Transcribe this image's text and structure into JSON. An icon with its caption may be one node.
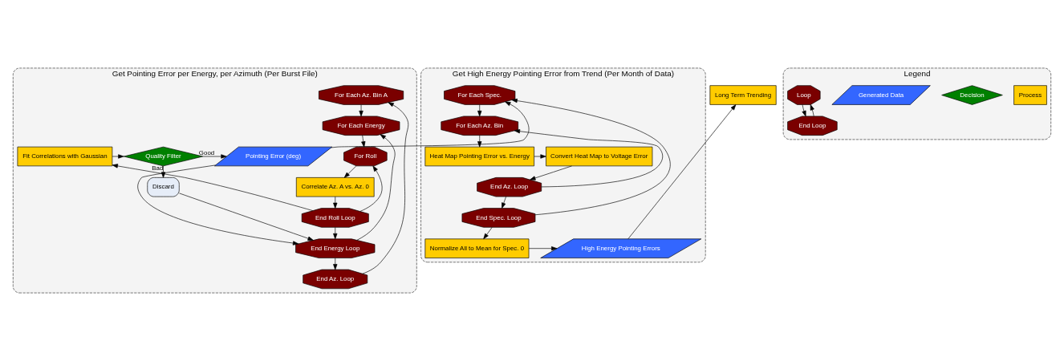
{
  "diagram": {
    "nodes": [
      {
        "text": [
          "Get Pointing Error per Energy, per Azimuth (Per Burst File)"
        ]
      },
      {
        "text": [
          "For Each Az. Bin A"
        ],
        "in": 0
      },
      {
        "text": [
          "For Each Energy"
        ],
        "in": 0
      },
      {
        "text": [
          "For Roll"
        ],
        "in": 0
      },
      {
        "text": [
          "Correlate Az. A vs. Az. 0"
        ],
        "in": 0
      },
      {
        "text": [
          "End Roll Loop"
        ],
        "in": 0
      },
      {
        "text": [
          "End Energy Loop"
        ],
        "in": 0
      },
      {
        "text": [
          "End Az. Loop"
        ],
        "in": 0
      },
      {
        "text": [
          "Fit Correlations with Gaussian"
        ],
        "in": 0
      },
      {
        "text": [
          "Quality Filter"
        ],
        "in": 0
      },
      {
        "text": [
          "Pointing Error (deg)"
        ],
        "in": 0
      },
      {
        "text": [
          "Discard"
        ],
        "in": 0
      },
      {
        "text": [
          "Get High Energy Pointing Error from Trend (Per Month of Data)"
        ]
      },
      {
        "text": [
          "For Each Spec."
        ],
        "in": 12
      },
      {
        "text": [
          "For Each Az. Bin"
        ],
        "in": 12
      },
      {
        "text": [
          "Heat Map Pointing Error vs. Energy"
        ],
        "in": 12
      },
      {
        "text": [
          "Convert Heat Map to Voltage Error"
        ],
        "in": 12
      },
      {
        "text": [
          "End Az. Loop"
        ],
        "in": 12
      },
      {
        "text": [
          "End Spec. Loop"
        ],
        "in": 12
      },
      {
        "text": [
          "Normalize All to Mean for Spec. 0"
        ],
        "in": 12
      },
      {
        "text": [
          "High Energy Pointing Errors"
        ],
        "in": 12
      },
      {
        "text": [
          "Long Term Trending"
        ]
      },
      {
        "text": [
          "Legend"
        ]
      },
      {
        "text": [
          "Process"
        ],
        "in": 22
      },
      {
        "text": [
          "Decision"
        ],
        "in": 22
      },
      {
        "text": [
          "Generated Data"
        ],
        "in": 22
      },
      {
        "text": [
          "Loop"
        ],
        "in": 22
      },
      {
        "text": [
          "End Loop"
        ],
        "in": 22
      }
    ],
    "edges": [
      {
        "from": 1,
        "to": 2,
        "arrow": "to"
      },
      {
        "from": 2,
        "to": 3,
        "arrow": "to"
      },
      {
        "from": 3,
        "to": 4,
        "arrow": "to"
      },
      {
        "from": 4,
        "to": 5,
        "arrow": "to"
      },
      {
        "from": 5,
        "to": 3,
        "arrow": "to"
      },
      {
        "from": 5,
        "to": 6,
        "arrow": "to"
      },
      {
        "from": 5,
        "to": 8,
        "arrow": "to"
      },
      {
        "from": 8,
        "to": 9,
        "arrow": "to"
      },
      {
        "from": 9,
        "to": 10,
        "arrow": "to",
        "label": "Good"
      },
      {
        "from": 9,
        "to": 11,
        "arrow": "to",
        "label": "Bad"
      },
      {
        "from": 11,
        "to": 6,
        "arrow": "to"
      },
      {
        "from": 10,
        "to": 6,
        "arrow": "to"
      },
      {
        "from": 6,
        "to": 2,
        "arrow": "to"
      },
      {
        "from": 6,
        "to": 7,
        "arrow": "to"
      },
      {
        "from": 7,
        "to": 1,
        "arrow": "to"
      },
      {
        "from": 10,
        "to": 13,
        "arrow": "to"
      },
      {
        "from": 13,
        "to": 14,
        "arrow": "to"
      },
      {
        "from": 14,
        "to": 15,
        "arrow": "to"
      },
      {
        "from": 15,
        "to": 16,
        "arrow": "to"
      },
      {
        "from": 16,
        "to": 17,
        "arrow": "to"
      },
      {
        "from": 17,
        "to": 14,
        "arrow": "to"
      },
      {
        "from": 17,
        "to": 18,
        "arrow": "to"
      },
      {
        "from": 18,
        "to": 13,
        "arrow": "to"
      },
      {
        "from": 18,
        "to": 19,
        "arrow": "to"
      },
      {
        "from": 19,
        "to": 20,
        "arrow": "to"
      },
      {
        "from": 20,
        "to": 21,
        "arrow": "to"
      },
      {
        "from": 26,
        "to": 27,
        "arrow": "to"
      },
      {
        "from": 27,
        "to": 26,
        "arrow": "to"
      }
    ]
  }
}
